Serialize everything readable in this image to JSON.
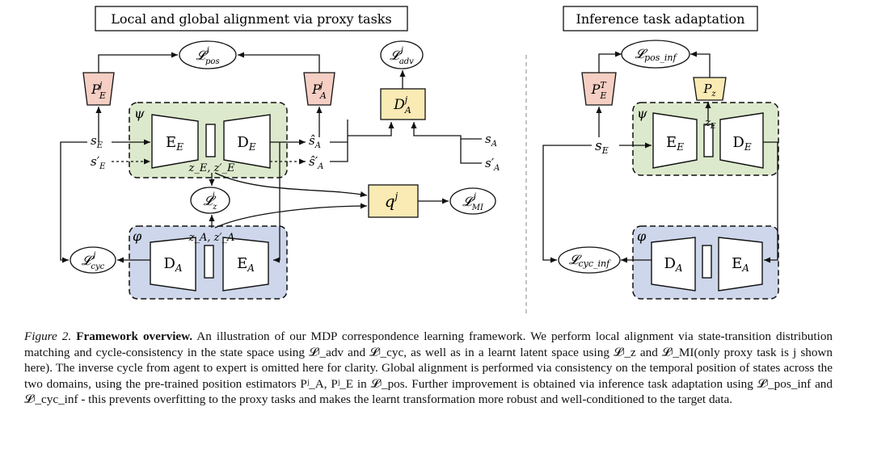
{
  "left_panel": {
    "title": "Local and global alignment via proxy tasks",
    "losses": {
      "pos": "𝓛ʲ_pos",
      "adv": "𝓛ʲ_adv",
      "z": "𝓛ʲ_z",
      "mi": "𝓛ʲ_MI",
      "cyc": "𝓛ʲ_cyc"
    },
    "estimators": {
      "pe": "Pʲ_E",
      "pa": "Pʲ_A",
      "disc": "Dʲ_A",
      "q": "qʲ"
    },
    "greek": {
      "psi": "ψ",
      "phi": "φ"
    },
    "nets": {
      "ee": "E_E",
      "de": "D_E",
      "da": "D_A",
      "ea": "E_A"
    },
    "signals": {
      "se": "s_E",
      "se_prime": "s′_E",
      "sa_hat": "ŝ_A",
      "sa_hat_prime": "ŝ′_A",
      "sa": "s_A",
      "sa_prime": "s′_A",
      "ze": "z_E, z′_E",
      "za": "z_A, z′_A"
    }
  },
  "right_panel": {
    "title": "Inference task adaptation",
    "losses": {
      "pos_inf": "𝓛_pos_inf",
      "cyc_inf": "𝓛_cyc_inf"
    },
    "estimators": {
      "pet": "P^T_E",
      "pz": "P_z"
    },
    "greek": {
      "psi": "ψ",
      "phi": "φ"
    },
    "nets": {
      "ee": "E_E",
      "de": "D_E",
      "da": "D_A",
      "ea": "E_A"
    },
    "signals": {
      "se": "s_E",
      "ze": "z_E"
    }
  },
  "caption": {
    "label": "Figure 2.",
    "heading": "Framework overview.",
    "text": "An illustration of our MDP correspondence learning framework. We perform local alignment via state-transition distribution matching and cycle-consistency in the state space using 𝓛ʲ_adv and 𝓛ʲ_cyc, as well as in a learnt latent space using 𝓛ʲ_z and 𝓛ʲ_MI(only proxy task is j shown here). The inverse cycle from agent to expert is omitted here for clarity. Global alignment is performed via consistency on the temporal position of states across the two domains, using the pre-trained position estimators Pʲ_A, Pʲ_E in 𝓛ʲ_pos. Further improvement is obtained via inference task adaptation using 𝓛ʲ_pos_inf and 𝓛ʲ_cyc_inf - this prevents overfitting to the proxy tasks and makes the learnt transformation more robust and well-conditioned to the target data."
  },
  "colors": {
    "green_module": "#dce9cc",
    "blue_module": "#cdd6ea",
    "pink_estimator": "#f6cfc4",
    "yellow_estimator": "#faeab4"
  }
}
